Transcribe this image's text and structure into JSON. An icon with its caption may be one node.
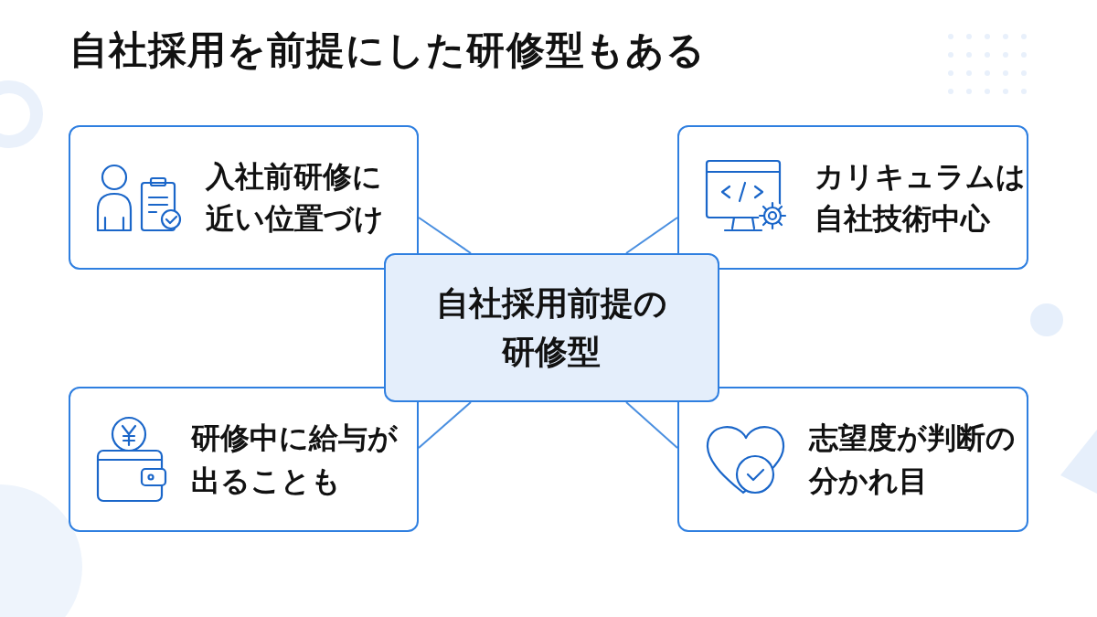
{
  "diagram": {
    "title": "自社採用を前提にした研修型もある",
    "nodes": [
      {
        "text": [
          "入社前研修に近い位置づけ"
        ]
      },
      {
        "text": [
          "カリキュラムは自社技術中心"
        ]
      },
      {
        "text": [
          "自社採用前提の研修型"
        ]
      },
      {
        "text": [
          "研修中に給与が出ることも"
        ]
      },
      {
        "text": [
          "志望度が判断の分かれ目"
        ]
      }
    ],
    "edges": [
      {
        "from": 2,
        "to": 0,
        "arrow": "none"
      },
      {
        "from": 2,
        "to": 1,
        "arrow": "none"
      },
      {
        "from": 2,
        "to": 3,
        "arrow": "none"
      },
      {
        "from": 2,
        "to": 4,
        "arrow": "none"
      }
    ]
  }
}
